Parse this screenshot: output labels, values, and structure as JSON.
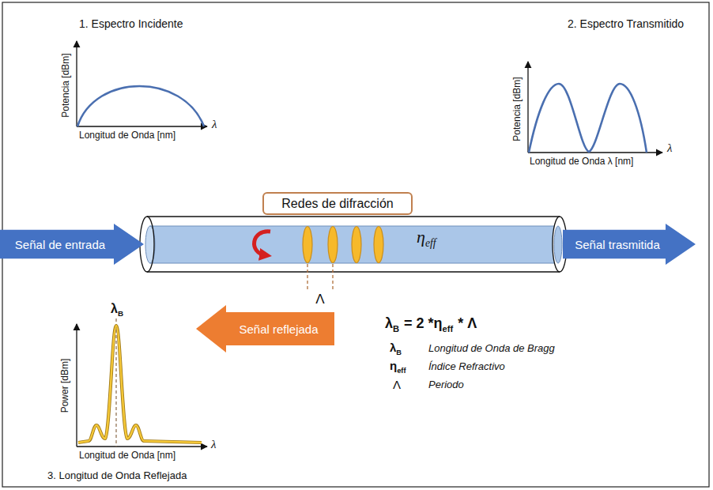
{
  "diagram": {
    "nodes": [
      {
        "text": [
          "Señal de entrada"
        ]
      },
      {
        "text": [
          "Redes de difracción"
        ]
      },
      {
        "text": [
          "Señal trasmitida"
        ]
      },
      {
        "text": [
          "Señal reflejada"
        ]
      }
    ],
    "labels": [
      "1. Espectro Incidente",
      "Potencia [dBm]",
      "Longitud de Onda [nm]",
      "λ",
      "2. Espectro Transmitido",
      "Potencia [dBm]",
      "Longitud de Onda λ [nm]",
      "λ",
      "η",
      "eff",
      "Λ",
      "λ",
      "B",
      "= 2 *",
      "η",
      "eff",
      "* Λ",
      "λ",
      "B",
      "Longitud de Onda de Bragg",
      "η",
      "eff",
      "Índice Refractivo",
      "Λ",
      "Periodo",
      "λ",
      "B",
      "Power [dBm]",
      "Longitud de Onda [nm]",
      "λ",
      "3. Longitud de Onda Reflejada"
    ]
  }
}
